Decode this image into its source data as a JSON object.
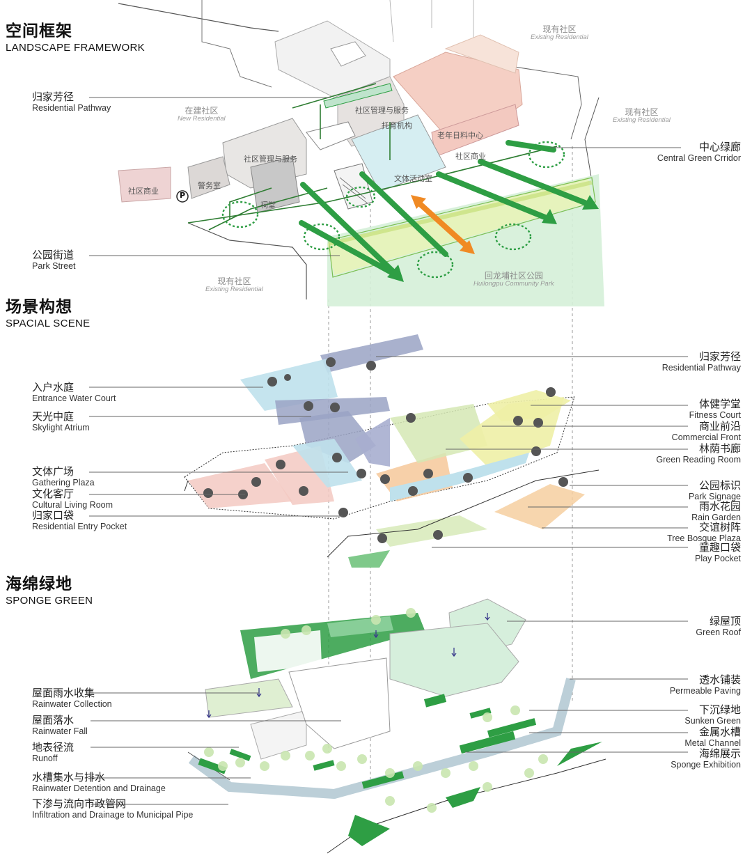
{
  "sections": [
    {
      "zh": "空间框架",
      "en": "LANDSCAPE FRAMEWORK"
    },
    {
      "zh": "场景构想",
      "en": "SPACIAL SCENE"
    },
    {
      "zh": "海绵绿地",
      "en": "SPONGE GREEN"
    }
  ],
  "framework_labels": {
    "residential_pathway": {
      "zh": "归家芳径",
      "en": "Residential Pathway"
    },
    "park_street": {
      "zh": "公园街道",
      "en": "Park Street"
    },
    "central_green_corridor": {
      "zh": "中心绿廊",
      "en": "Central Green Crridor"
    }
  },
  "map_labels": {
    "existing_residential_1": {
      "zh": "现有社区",
      "en": "Existing Residential"
    },
    "new_residential": {
      "zh": "在建社区",
      "en": "New Residential"
    },
    "existing_residential_2": {
      "zh": "现有社区",
      "en": "Existing Residential"
    },
    "existing_residential_3": {
      "zh": "现有社区",
      "en": "Existing Residential"
    },
    "community_park": {
      "zh": "回龙埔社区公园",
      "en": "Huilongpu Community Park"
    }
  },
  "building_labels": {
    "commercial": "社区商业",
    "police": "警务室",
    "community_service": "社区管理与服务",
    "hall": "祠堂",
    "community_service_2": "社区管理与服务",
    "kindergarten": "托育机构",
    "elderly_center": "老年日料中心",
    "culture_room": "文体活动室",
    "commercial_2": "社区商业",
    "parking": "P"
  },
  "scene_left": [
    {
      "zh": "入户水庭",
      "en": "Entrance Water Court"
    },
    {
      "zh": "天光中庭",
      "en": "Skylight Atrium"
    },
    {
      "zh": "文体广场",
      "en": "Gathering Plaza"
    },
    {
      "zh": "文化客厅",
      "en": "Cultural Living Room"
    },
    {
      "zh": "归家口袋",
      "en": "Residential Entry Pocket"
    }
  ],
  "scene_right": [
    {
      "zh": "归家芳径",
      "en": "Residential Pathway"
    },
    {
      "zh": "体健学堂",
      "en": "Fitness Court"
    },
    {
      "zh": "商业前沿",
      "en": "Commercial Front"
    },
    {
      "zh": "林荫书廊",
      "en": "Green Reading Room"
    },
    {
      "zh": "公园标识",
      "en": "Park Signage"
    },
    {
      "zh": "雨水花园",
      "en": "Rain Garden"
    },
    {
      "zh": "交谊树阵",
      "en": "Tree Bosque Plaza"
    },
    {
      "zh": "童趣口袋",
      "en": "Play Pocket"
    }
  ],
  "sponge_left": [
    {
      "zh": "屋面雨水收集",
      "en": "Rainwater Collection"
    },
    {
      "zh": "屋面落水",
      "en": "Rainwater Fall"
    },
    {
      "zh": "地表径流",
      "en": "Runoff"
    },
    {
      "zh": "水槽集水与排水",
      "en": "Rainwater Detention and Drainage"
    },
    {
      "zh": "下渗与流向市政管网",
      "en": "Infiltration and Drainage to Municipal Pipe"
    }
  ],
  "sponge_right": [
    {
      "zh": "绿屋顶",
      "en": "Green Roof"
    },
    {
      "zh": "透水铺装",
      "en": "Permeable Paving"
    },
    {
      "zh": "下沉绿地",
      "en": "Sunken Green"
    },
    {
      "zh": "金属水槽",
      "en": "Metal Channel"
    },
    {
      "zh": "海绵展示",
      "en": "Sponge Exhibition"
    }
  ],
  "colors": {
    "green": "#2e9e44",
    "light_green": "#c9e9c9",
    "orange": "#f08a24",
    "pink": "#f3c9c2",
    "blue": "#bfe1ec",
    "yellow": "#eef0a6",
    "slate": "#9aa3c4",
    "line": "#666666"
  }
}
